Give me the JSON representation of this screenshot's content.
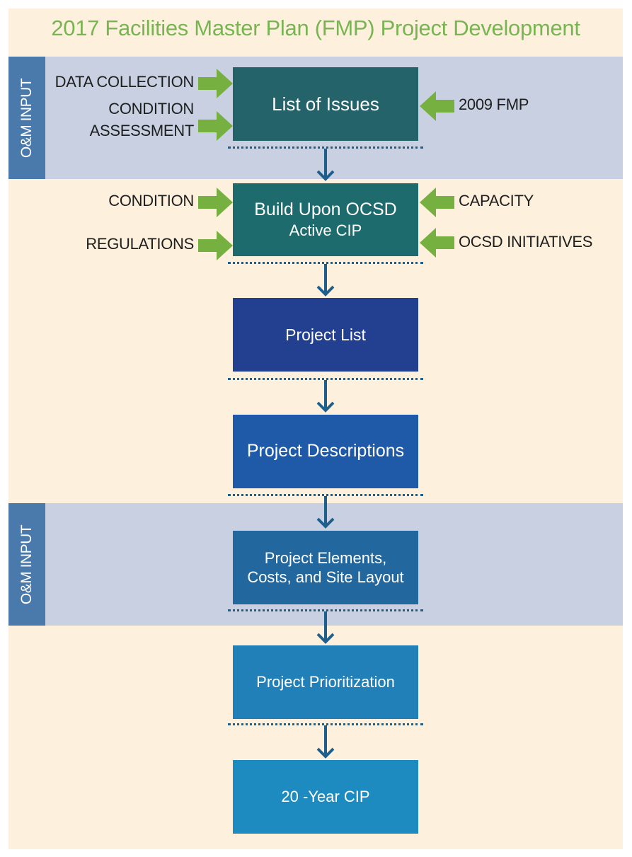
{
  "title": "2017 Facilities Master Plan (FMP) Project Development",
  "bands": [
    {
      "label": "O&M INPUT"
    },
    {
      "label": "O&M INPUT"
    }
  ],
  "steps": [
    {
      "lines": [
        "List of Issues"
      ],
      "color": "#25636b"
    },
    {
      "lines": [
        "Build Upon OCSD",
        "Active CIP"
      ],
      "color": "#1e6b6e"
    },
    {
      "lines": [
        "Project List"
      ],
      "color": "#233f8f"
    },
    {
      "lines": [
        "Project Descriptions"
      ],
      "color": "#1f5aa8"
    },
    {
      "lines": [
        "Project Elements,",
        "Costs, and Site Layout"
      ],
      "color": "#22679e"
    },
    {
      "lines": [
        "Project Prioritization"
      ],
      "color": "#2280b8"
    },
    {
      "lines": [
        "20 -Year CIP"
      ],
      "color": "#1d8bc0"
    }
  ],
  "inputs": {
    "list_of_issues_left": [
      "DATA COLLECTION",
      "CONDITION ASSESSMENT"
    ],
    "list_of_issues_right": [
      "2009 FMP"
    ],
    "active_cip_left": [
      "CONDITION",
      "REGULATIONS"
    ],
    "active_cip_right": [
      "CAPACITY",
      "OCSD INITIATIVES"
    ]
  },
  "colors": {
    "input_arrow": "#76b041",
    "connector_arrow": "#1f5f8b"
  }
}
